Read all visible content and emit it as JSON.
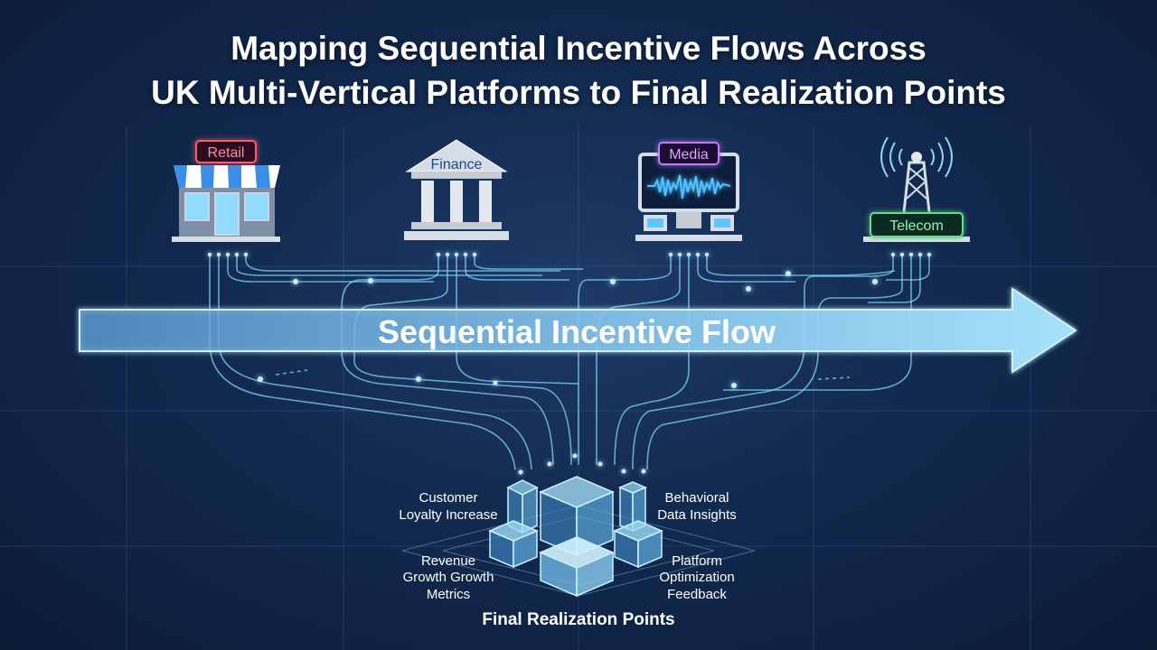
{
  "title": {
    "line1": "Mapping Sequential Incentive Flows Across",
    "line2": "UK Multi-Vertical Platforms to Final Realization Points"
  },
  "verticals": [
    {
      "label": "Retail",
      "icon": "storefront-icon",
      "color": "#ff5a6e"
    },
    {
      "label": "Finance",
      "icon": "bank-icon",
      "color": "#8fd0ff"
    },
    {
      "label": "Media",
      "icon": "monitor-waveform-icon",
      "color": "#c27bff"
    },
    {
      "label": "Telecom",
      "icon": "cell-tower-icon",
      "color": "#5be38a"
    }
  ],
  "flow": {
    "label": "Sequential Incentive Flow"
  },
  "outcomes": {
    "customer_loyalty": {
      "line1": "Customer",
      "line2": "Loyalty Increase"
    },
    "behavioral_data": {
      "line1": "Behavioral",
      "line2": "Data Insights"
    },
    "revenue_growth": {
      "line1": "Revenue",
      "line2": "Growth Growth",
      "line3": "Metrics"
    },
    "platform_optimization": {
      "line1": "Platform",
      "line2": "Optimization",
      "line3": "Feedback"
    }
  },
  "final_label": "Final Realization Points",
  "colors": {
    "accent": "#8fe3ff",
    "background": "#122a4f"
  }
}
